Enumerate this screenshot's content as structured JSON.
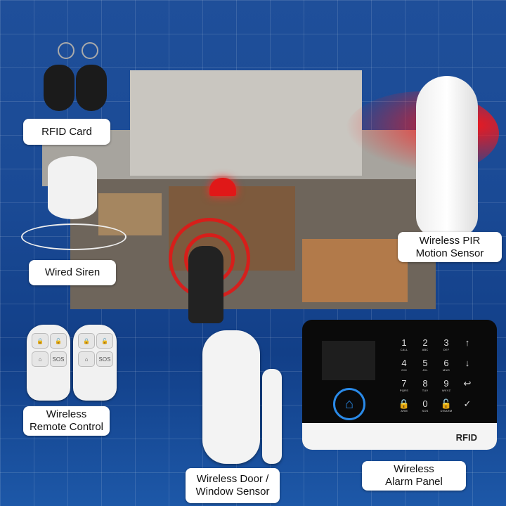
{
  "labels": {
    "rfid_card": "RFID Card",
    "wired_siren": "Wired Siren",
    "pir_line1": "Wireless PIR",
    "pir_line2": "Motion Sensor",
    "remote_line1": "Wireless",
    "remote_line2": "Remote Control",
    "door_line1": "Wireless Door /",
    "door_line2": "Window Sensor",
    "panel_line1": "Wireless",
    "panel_line2": "Alarm Panel"
  },
  "panel": {
    "brand": "RFID",
    "home_icon": "home-icon",
    "keys": [
      {
        "n": "1",
        "s": "CALL"
      },
      {
        "n": "2",
        "s": "ABC"
      },
      {
        "n": "3",
        "s": "DEF"
      },
      {
        "n": "↑",
        "s": ""
      },
      {
        "n": "4",
        "s": "GHI"
      },
      {
        "n": "5",
        "s": "JKL"
      },
      {
        "n": "6",
        "s": "MNO"
      },
      {
        "n": "↓",
        "s": ""
      },
      {
        "n": "7",
        "s": "PQRS"
      },
      {
        "n": "8",
        "s": "TUV"
      },
      {
        "n": "9",
        "s": "WXYZ"
      },
      {
        "n": "↩",
        "s": ""
      },
      {
        "n": "🔒",
        "s": "ARM"
      },
      {
        "n": "0",
        "s": "SOS"
      },
      {
        "n": "🔓",
        "s": "DISARM"
      },
      {
        "n": "✓",
        "s": ""
      }
    ]
  },
  "remote": {
    "buttons": [
      "lock-icon",
      "unlock-icon",
      "home-icon",
      "SOS"
    ],
    "sos": "SOS"
  },
  "colors": {
    "background": "#1a4a95",
    "alarm_red": "#e01818",
    "panel_accent": "#2a8ae8"
  }
}
